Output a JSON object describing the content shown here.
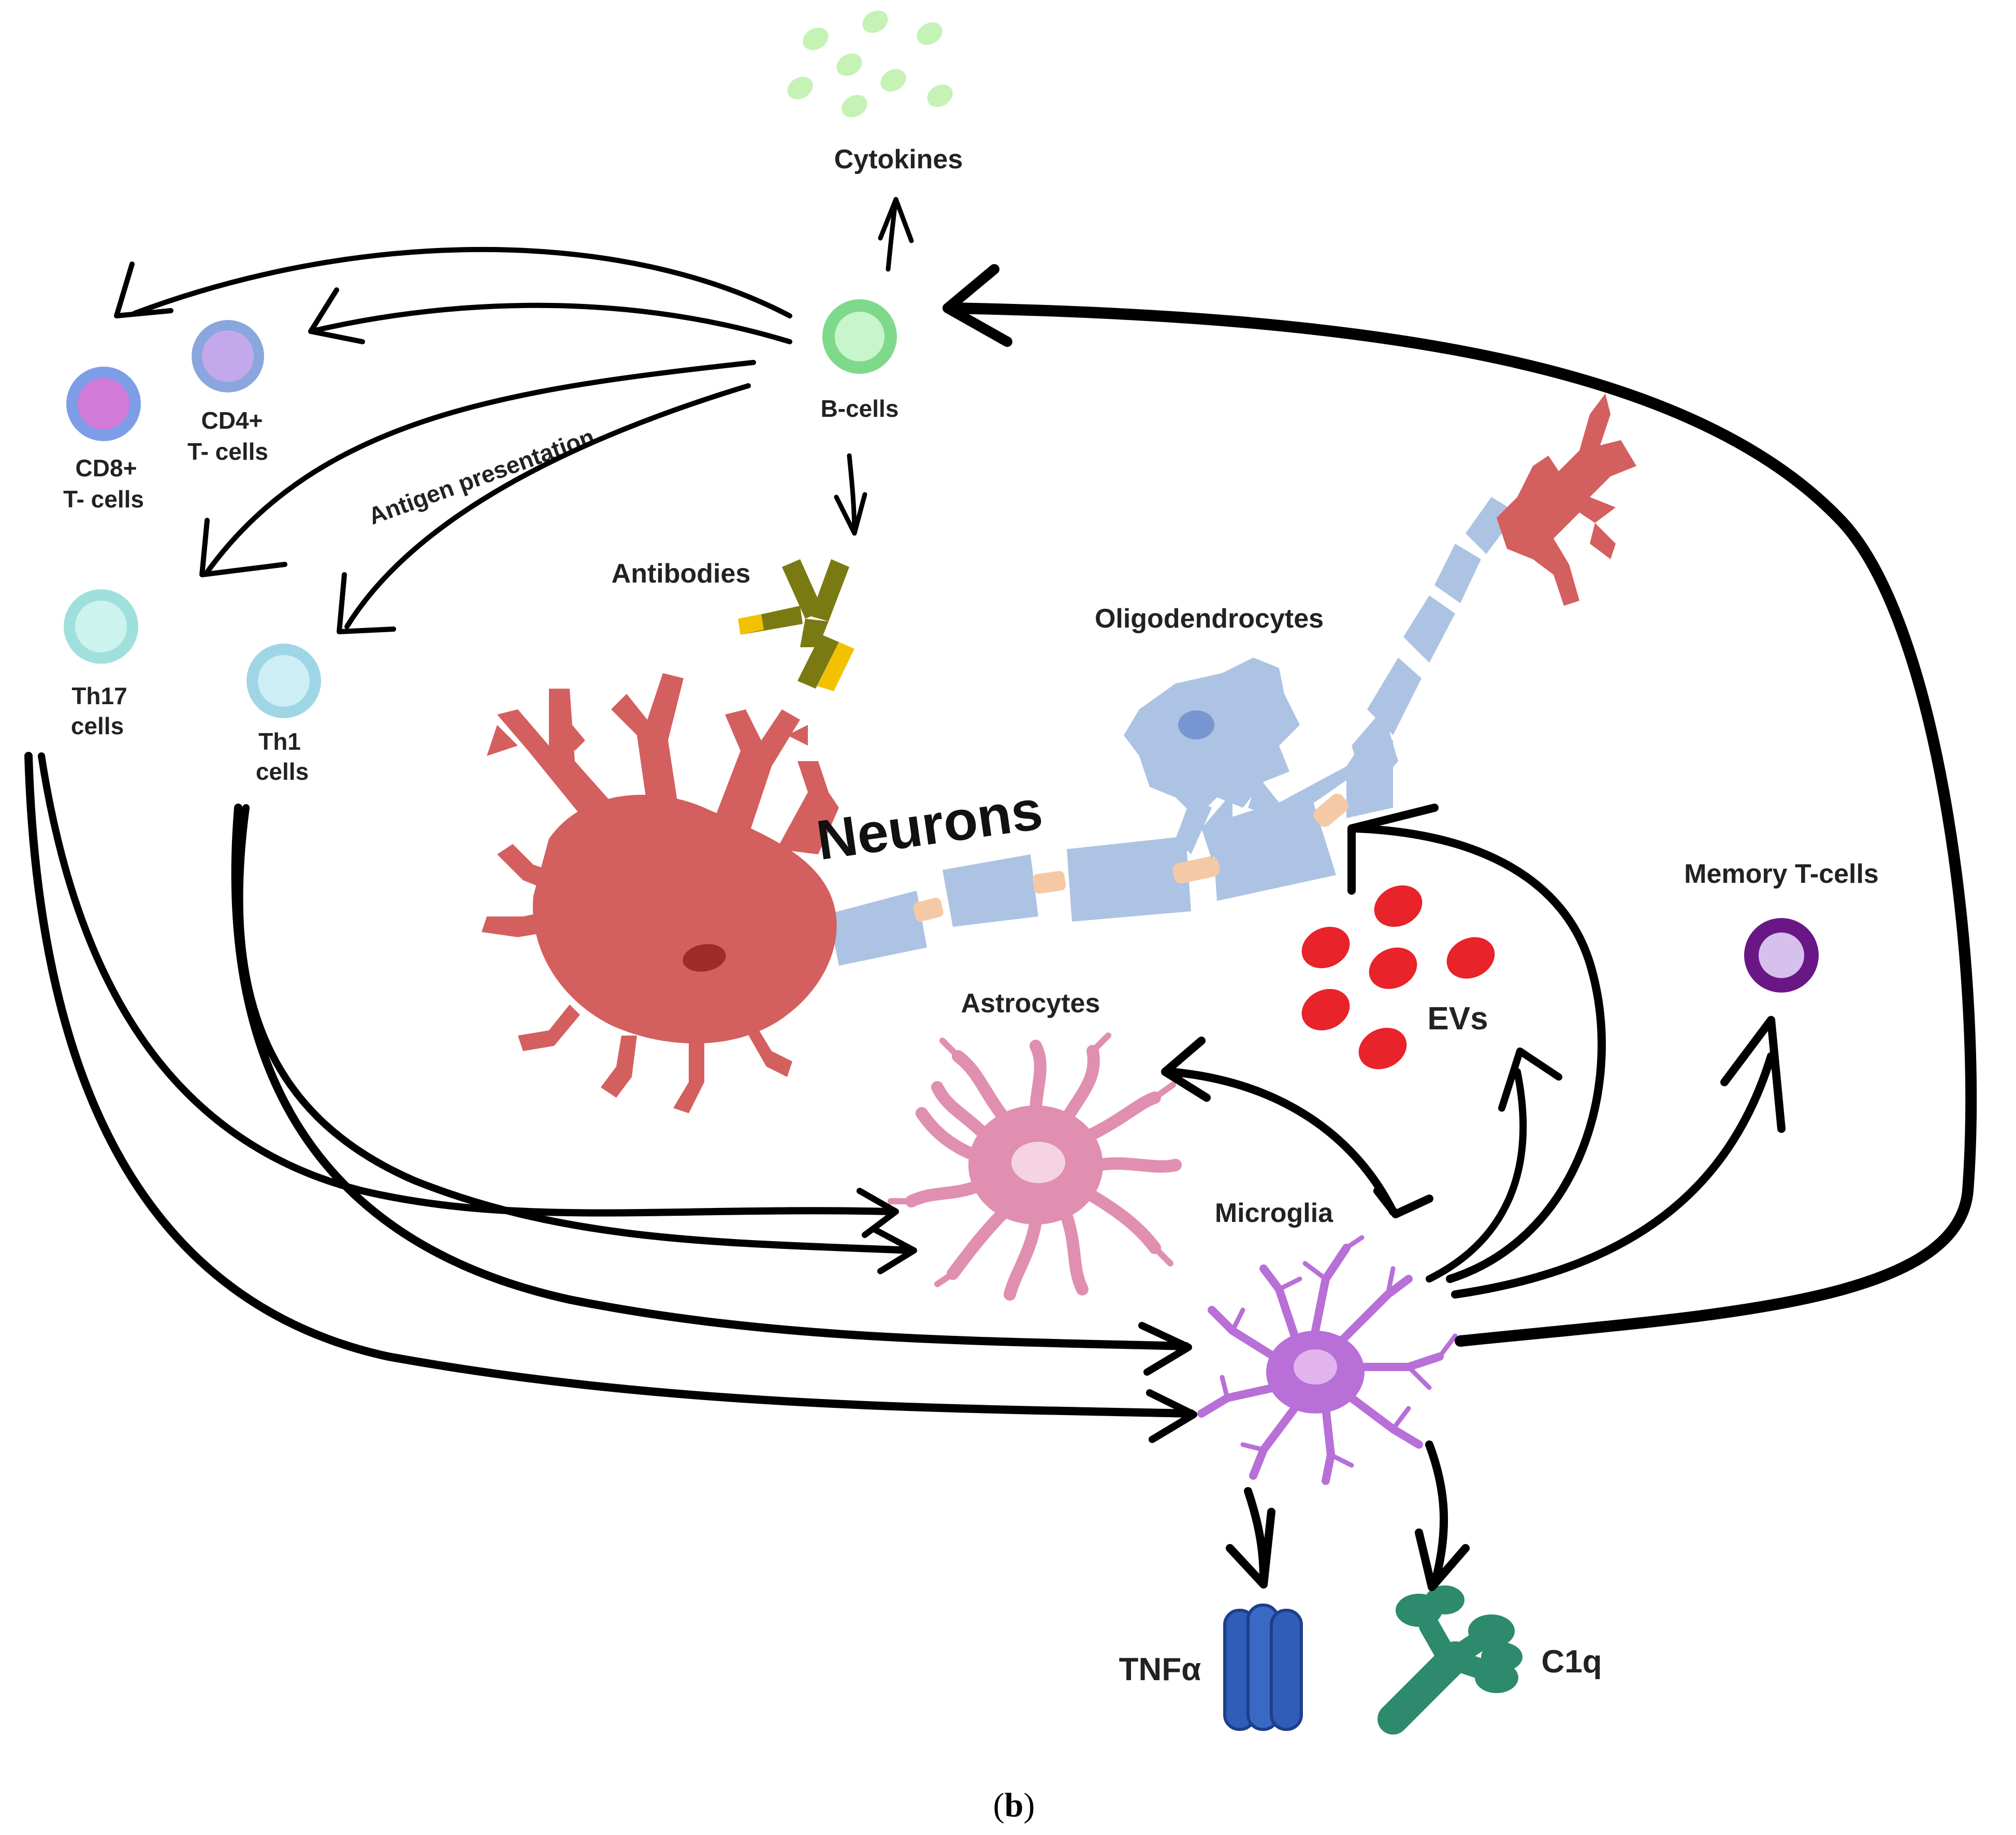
{
  "labels": {
    "cytokines": "Cytokines",
    "b_cells": "B-cells",
    "cd4_line1": "CD4+",
    "cd4_line2": "T- cells",
    "cd8_line1": "CD8+",
    "cd8_line2": "T- cells",
    "antigen_presentation": "Antigen presentation",
    "antibodies": "Antibodies",
    "th17_line1": "Th17",
    "th17_line2": "cells",
    "th1_line1": "Th1",
    "th1_line2": "cells",
    "oligodendrocytes": "Oligodendrocytes",
    "neurons": "Neurons",
    "memory_t_cells": "Memory T-cells",
    "astrocytes": "Astrocytes",
    "evs": "EVs",
    "microglia": "Microglia",
    "tnfa": "TNFα",
    "c1q": "C1q",
    "panel_open": "(",
    "panel_letter": "b",
    "panel_close": ")"
  },
  "colors": {
    "neuron": "#d45f5f",
    "myelin": "#adc3e3",
    "node": "#f5c9a6",
    "astrocyte": "#e08fb0",
    "microglia": "#b86fd8",
    "ev": "#e8232a",
    "b_cell": "#7fd98a",
    "cd4": "#b99be8",
    "cd8": "#d17ad8",
    "th17": "#a4e6df",
    "th1": "#a8dde8",
    "memory": "#6a1786",
    "antibody": "#7a7a12",
    "antibody_tip": "#f2c200",
    "tnfa": "#2f5db8",
    "c1q": "#2e8a6c",
    "cytokine": "#c5f2b5"
  }
}
